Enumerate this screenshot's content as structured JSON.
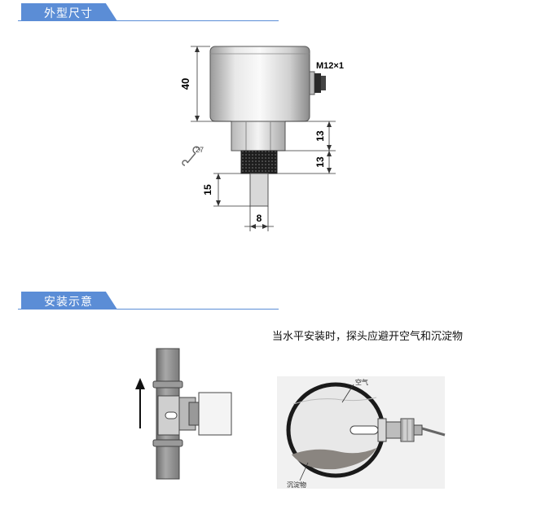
{
  "sections": {
    "dimensions_title": "外型尺寸",
    "installation_title": "安装示意"
  },
  "dimension_labels": {
    "height_body": "40",
    "connector": "M12×1",
    "hex_height": "13",
    "thread_height": "13",
    "wrench_size": "27",
    "probe_length": "15",
    "probe_diameter": "8"
  },
  "installation": {
    "caption": "当水平安装时，探头应避开空气和沉淀物",
    "air_label": "空气",
    "sediment_label": "沉淀物"
  },
  "colors": {
    "accent": "#5b8dd6",
    "pipe": "#8f8f8f",
    "sediment": "#8a8580"
  }
}
